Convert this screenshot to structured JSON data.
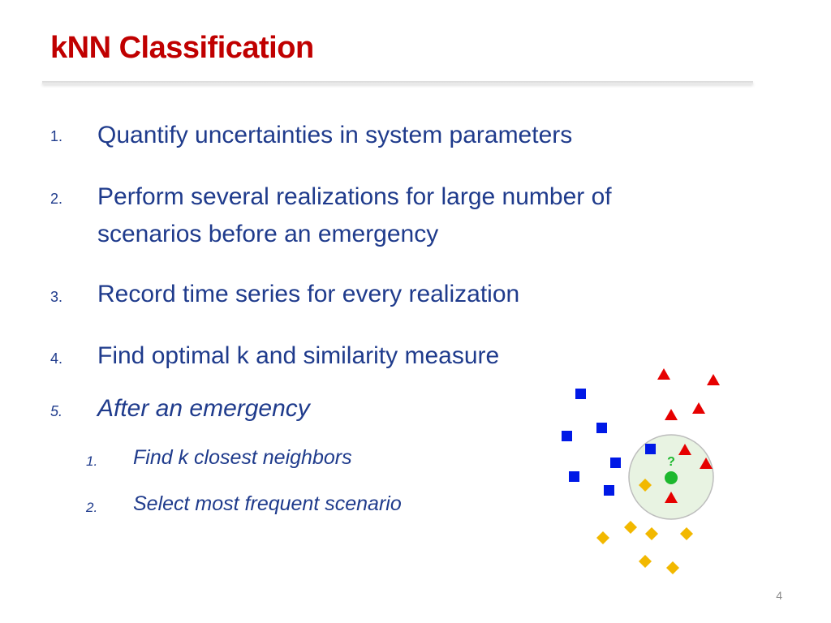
{
  "slide": {
    "title": "kNN Classification",
    "page_number": "4"
  },
  "items": [
    {
      "num": "1.",
      "text": "Quantify uncertainties in system parameters"
    },
    {
      "num": "2.",
      "line1": "Perform several realizations for large number of",
      "line2": "scenarios before an emergency"
    },
    {
      "num": "3.",
      "text": "Record time series for every realization"
    },
    {
      "num": "4.",
      "text": "Find optimal k and similarity measure"
    },
    {
      "num": "5.",
      "text": "After an emergency"
    }
  ],
  "subitems": [
    {
      "num": "1.",
      "text": "Find k closest neighbors"
    },
    {
      "num": "2.",
      "text": "Select most frequent scenario"
    }
  ],
  "diagram": {
    "query_label": "?",
    "colors": {
      "square": "#0019E6",
      "triangle": "#E60000",
      "diamond": "#F2B800",
      "query": "#1DB82E",
      "circle_fill": "#E8F3E2",
      "circle_stroke": "#BDBDBD"
    }
  }
}
